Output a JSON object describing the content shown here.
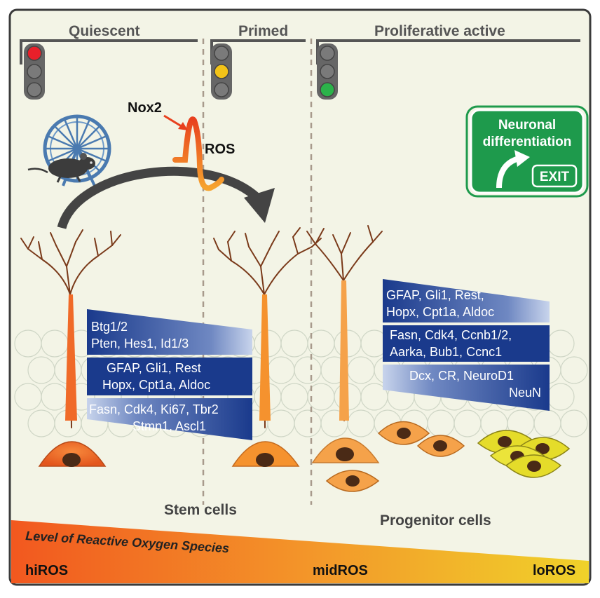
{
  "stages": {
    "quiescent": "Quiescent",
    "primed": "Primed",
    "proliferative": "Proliferative active"
  },
  "traffic_lights": [
    {
      "stage": "quiescent",
      "lit": "red",
      "color": "#e8202a"
    },
    {
      "stage": "primed",
      "lit": "yellow",
      "color": "#f2c318"
    },
    {
      "stage": "proliferative",
      "lit": "green",
      "color": "#2bb34a"
    }
  ],
  "signal": {
    "nox2": "Nox2",
    "ros": "ROS"
  },
  "exit_sign": {
    "line1": "Neuronal",
    "line2": "differentiation",
    "exit": "EXIT",
    "color": "#1e9a4c"
  },
  "gene_panels": {
    "stem": [
      {
        "line1": "Btg1/2",
        "line2": "Pten, Hes1, Id1/3"
      },
      {
        "line1": "GFAP, Gli1, Rest",
        "line2": "Hopx, Cpt1a, Aldoc"
      },
      {
        "line1": "Fasn, Cdk4, Ki67, Tbr2",
        "line2": "Stmn1, Ascl1"
      }
    ],
    "progenitor": [
      {
        "line1": "GFAP, Gli1, Rest,",
        "line2": "Hopx, Cpt1a, Aldoc"
      },
      {
        "line1": "Fasn, Cdk4, Ccnb1/2,",
        "line2": "Aarka, Bub1, Ccnc1"
      },
      {
        "line1": "Dcx, CR, NeuroD1",
        "line2": "NeuN"
      }
    ]
  },
  "cell_labels": {
    "stem": "Stem cells",
    "progenitor": "Progenitor cells"
  },
  "ros_scale": {
    "title": "Level of Reactive Oxygen Species",
    "high": "hiROS",
    "mid": "midROS",
    "low": "loROS"
  },
  "colors": {
    "background": "#f3f4e6",
    "hiros": "#f2581f",
    "loros": "#f0d22a",
    "panel_dark": "#1a3a8c",
    "stem_cell": "#f06a28",
    "primed_cell": "#f5922e",
    "progenitor_cell": "#f5a24a",
    "neuroblast_cell": "#e5dc2a"
  }
}
